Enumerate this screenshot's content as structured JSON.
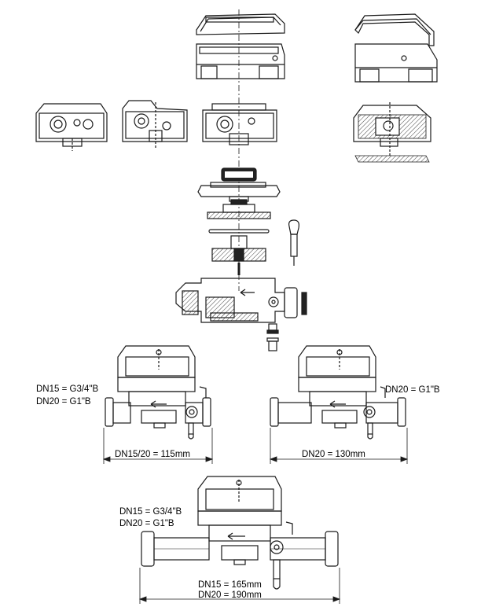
{
  "labels": {
    "left_thread_dn15": "DN15 = G3/4\"B",
    "left_thread_dn20": "DN20 = G1\"B",
    "right_thread_dn20": "DN20 = G1\"B",
    "left_length": "DN15/20 = 115mm",
    "right_length": "DN20 = 130mm",
    "bottom_thread_dn15": "DN15 = G3/4\"B",
    "bottom_thread_dn20": "DN20 = G1\"B",
    "bottom_length_dn15": "DN15 = 165mm",
    "bottom_length_dn20": "DN20 = 190mm"
  },
  "colors": {
    "line": "#1a1a1a",
    "fill": "#ffffff",
    "hatch": "#555555"
  }
}
